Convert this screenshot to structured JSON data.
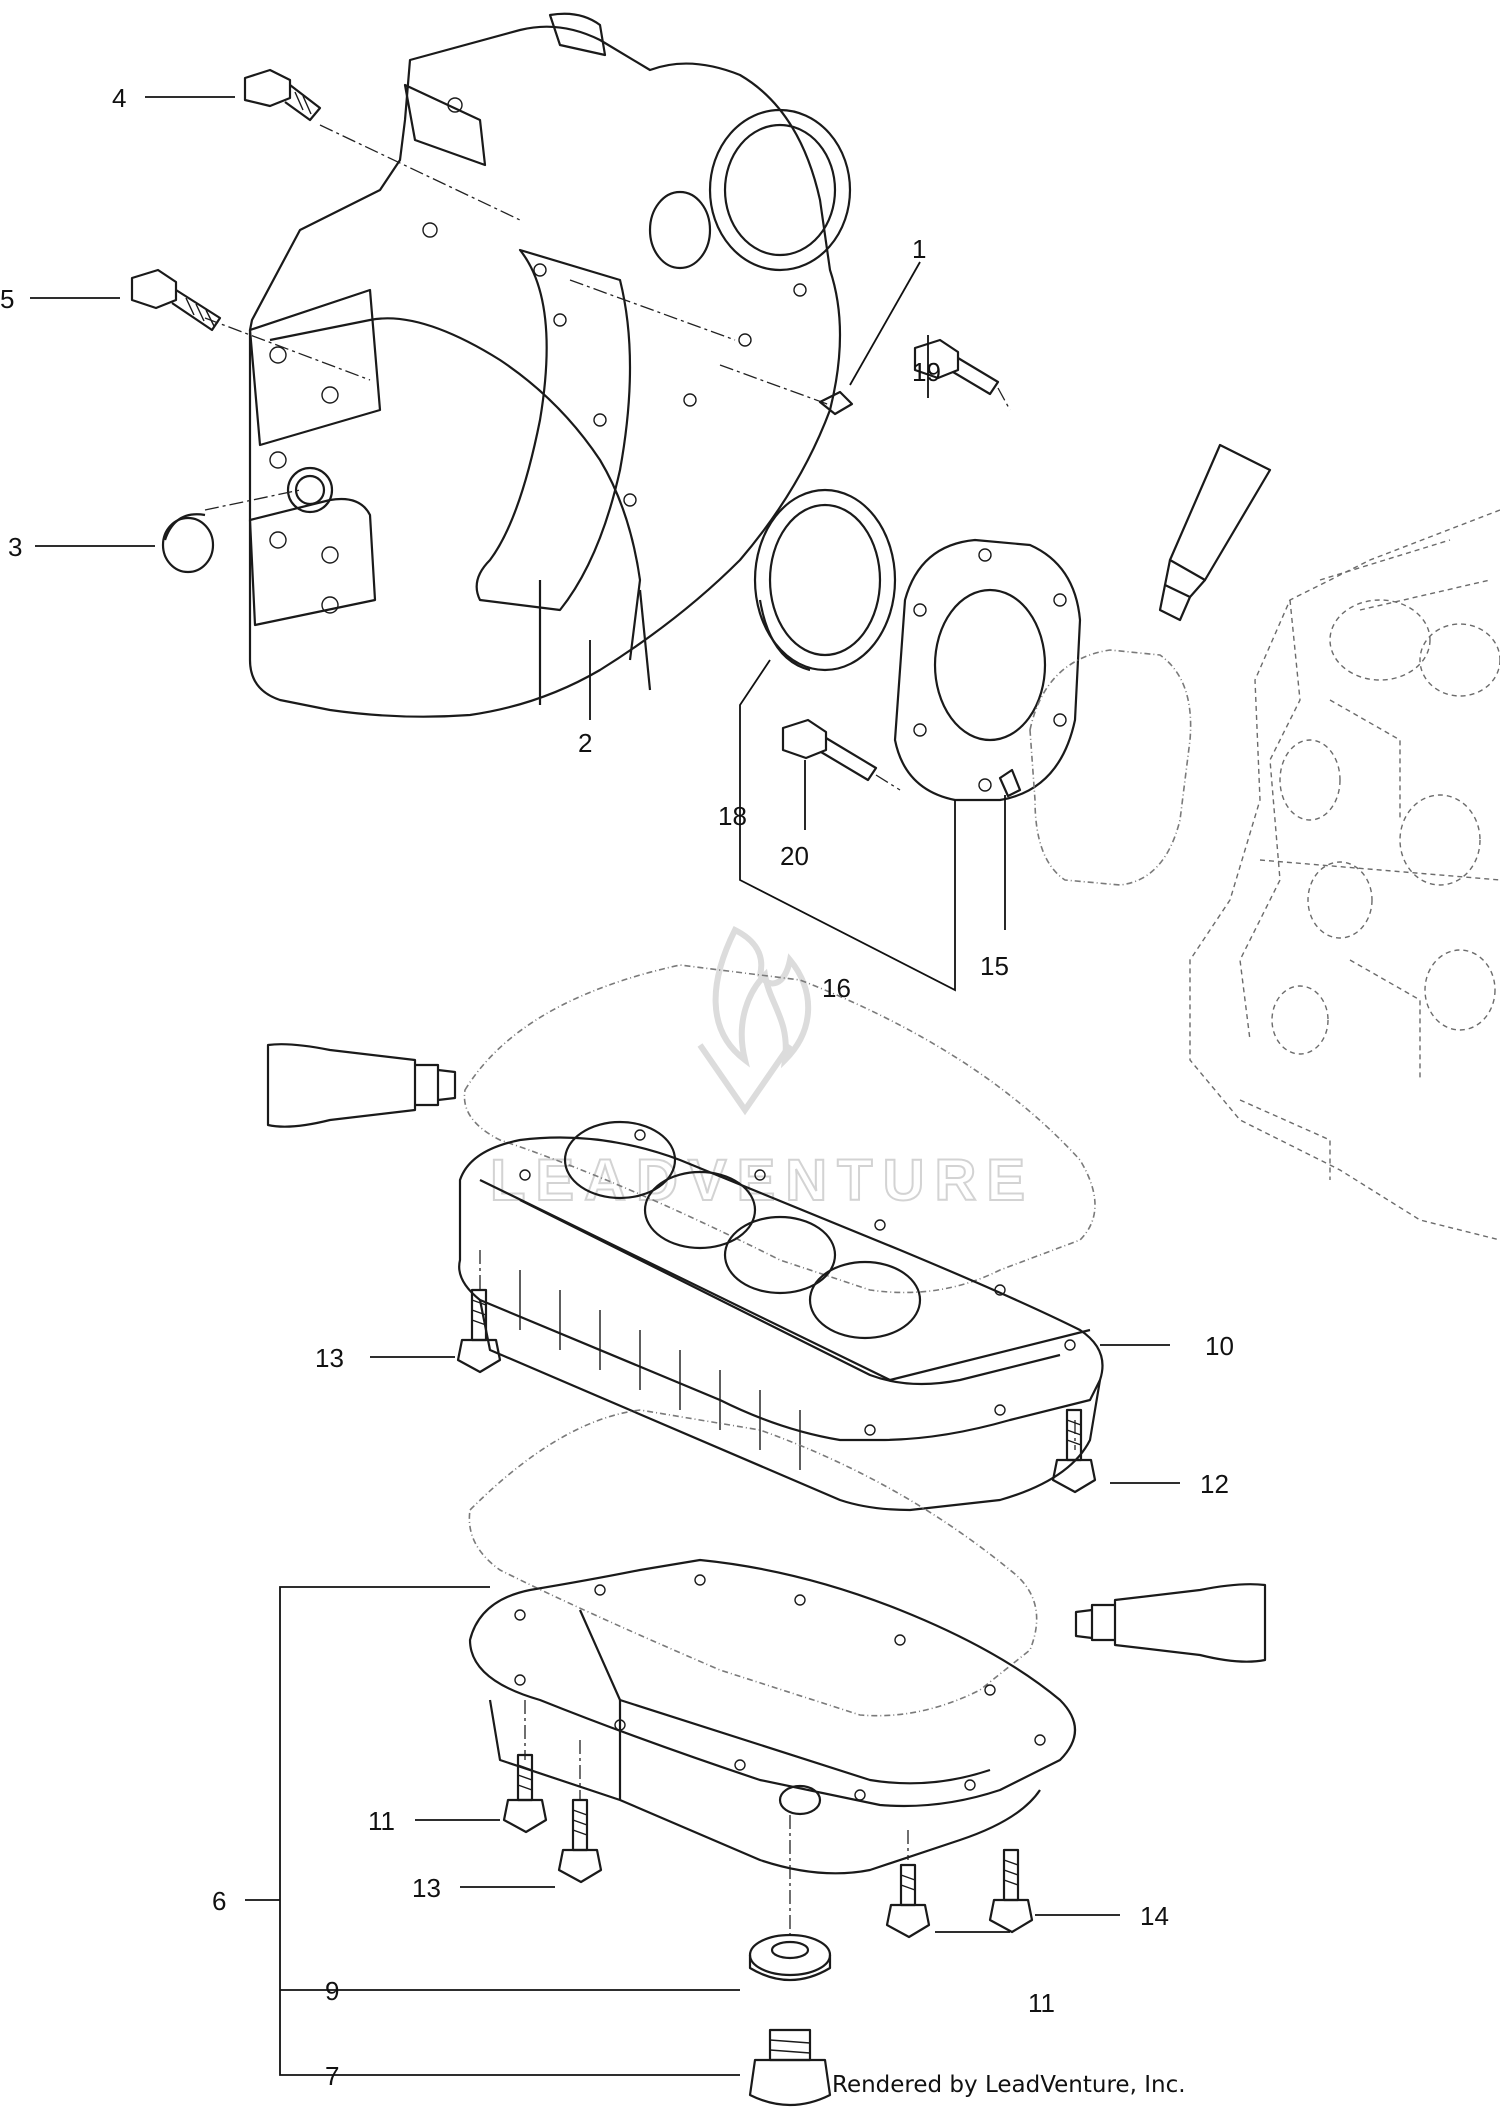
{
  "callouts": [
    {
      "id": "c4",
      "text": "4"
    },
    {
      "id": "c5",
      "text": "5"
    },
    {
      "id": "c3",
      "text": "3"
    },
    {
      "id": "c1",
      "text": "1"
    },
    {
      "id": "c19",
      "text": "19"
    },
    {
      "id": "c2",
      "text": "2"
    },
    {
      "id": "c18",
      "text": "18"
    },
    {
      "id": "c20",
      "text": "20"
    },
    {
      "id": "c16",
      "text": "16"
    },
    {
      "id": "c15",
      "text": "15"
    },
    {
      "id": "c10",
      "text": "10"
    },
    {
      "id": "c13a",
      "text": "13"
    },
    {
      "id": "c12",
      "text": "12"
    },
    {
      "id": "c11a",
      "text": "11"
    },
    {
      "id": "c6",
      "text": "6"
    },
    {
      "id": "c13b",
      "text": "13"
    },
    {
      "id": "c14",
      "text": "14"
    },
    {
      "id": "c9",
      "text": "9"
    },
    {
      "id": "c11b",
      "text": "11"
    },
    {
      "id": "c7",
      "text": "7"
    }
  ],
  "watermark": "LEADVENTURE",
  "credit": "Rendered by LeadVenture, Inc."
}
